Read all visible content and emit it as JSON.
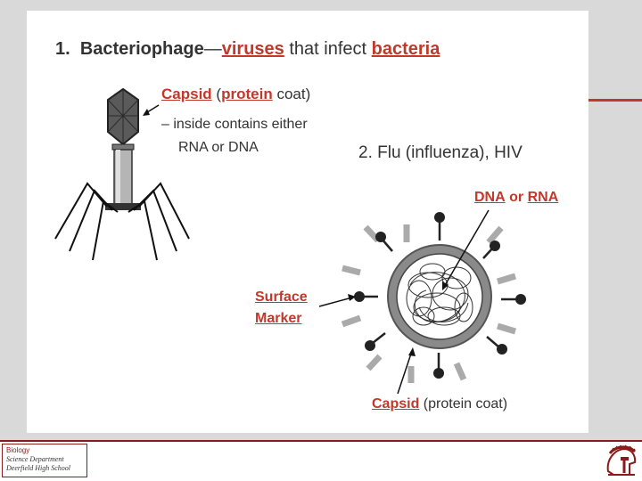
{
  "heading": {
    "number": "1.",
    "word1": "Bacteriophage",
    "dash": "—",
    "word2": "viruses",
    "word3": "that infect",
    "word4": "bacteria"
  },
  "capsid_label": {
    "word1": "Capsid",
    "open": "(",
    "word2": "protein",
    "word3": "coat)"
  },
  "inside_text": {
    "line1": "– inside contains either",
    "line2": "RNA or DNA"
  },
  "flu_heading": "2. Flu (influenza), HIV",
  "dna_rna_label": {
    "word1": "DNA",
    "word2": "or",
    "word3": "RNA"
  },
  "surface_marker": {
    "line1": "Surface",
    "line2": "Marker"
  },
  "capsid_bottom": {
    "word1": "Capsid",
    "word2": "(protein  coat)"
  },
  "footer": {
    "line1": "Biology",
    "line2": "Science Department",
    "line3": "Deerfield High School"
  },
  "colors": {
    "accent_red": "#c0392b",
    "dark_text": "#333333",
    "footer_red": "#8b1a1a"
  },
  "icons": {
    "logo": "spartan-helmet-icon"
  }
}
